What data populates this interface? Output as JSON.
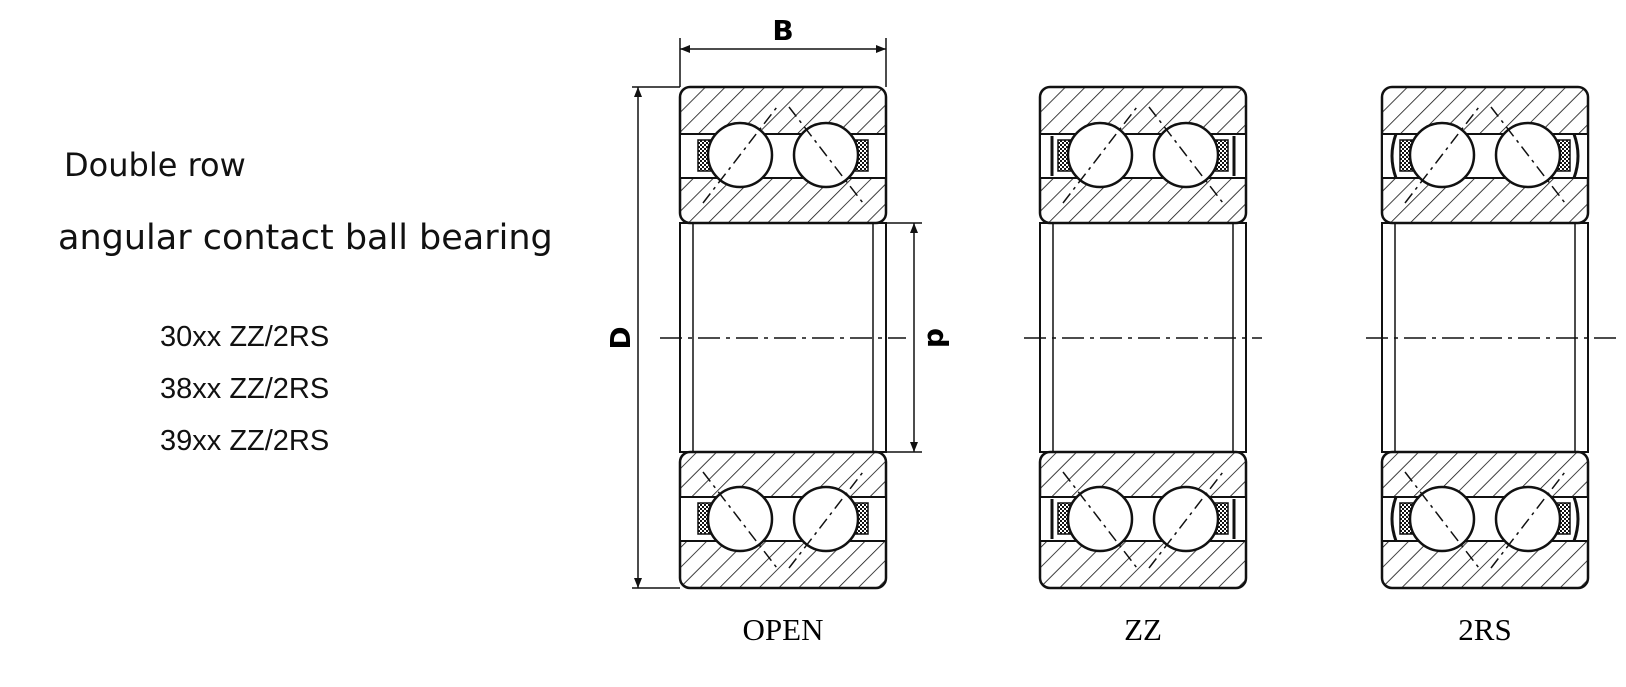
{
  "text": {
    "title_line1": "Double row",
    "title_line2": "angular contact ball bearing",
    "series": [
      "30xx ZZ/2RS",
      "38xx ZZ/2RS",
      "39xx ZZ/2RS"
    ]
  },
  "dimensions": {
    "width_label": "B",
    "outer_label": "D",
    "bore_label": "d"
  },
  "variants": [
    {
      "caption": "OPEN",
      "seal": "none"
    },
    {
      "caption": "ZZ",
      "seal": "shield"
    },
    {
      "caption": "2RS",
      "seal": "rubber"
    }
  ],
  "colors": {
    "line": "#111111",
    "background": "#ffffff"
  }
}
